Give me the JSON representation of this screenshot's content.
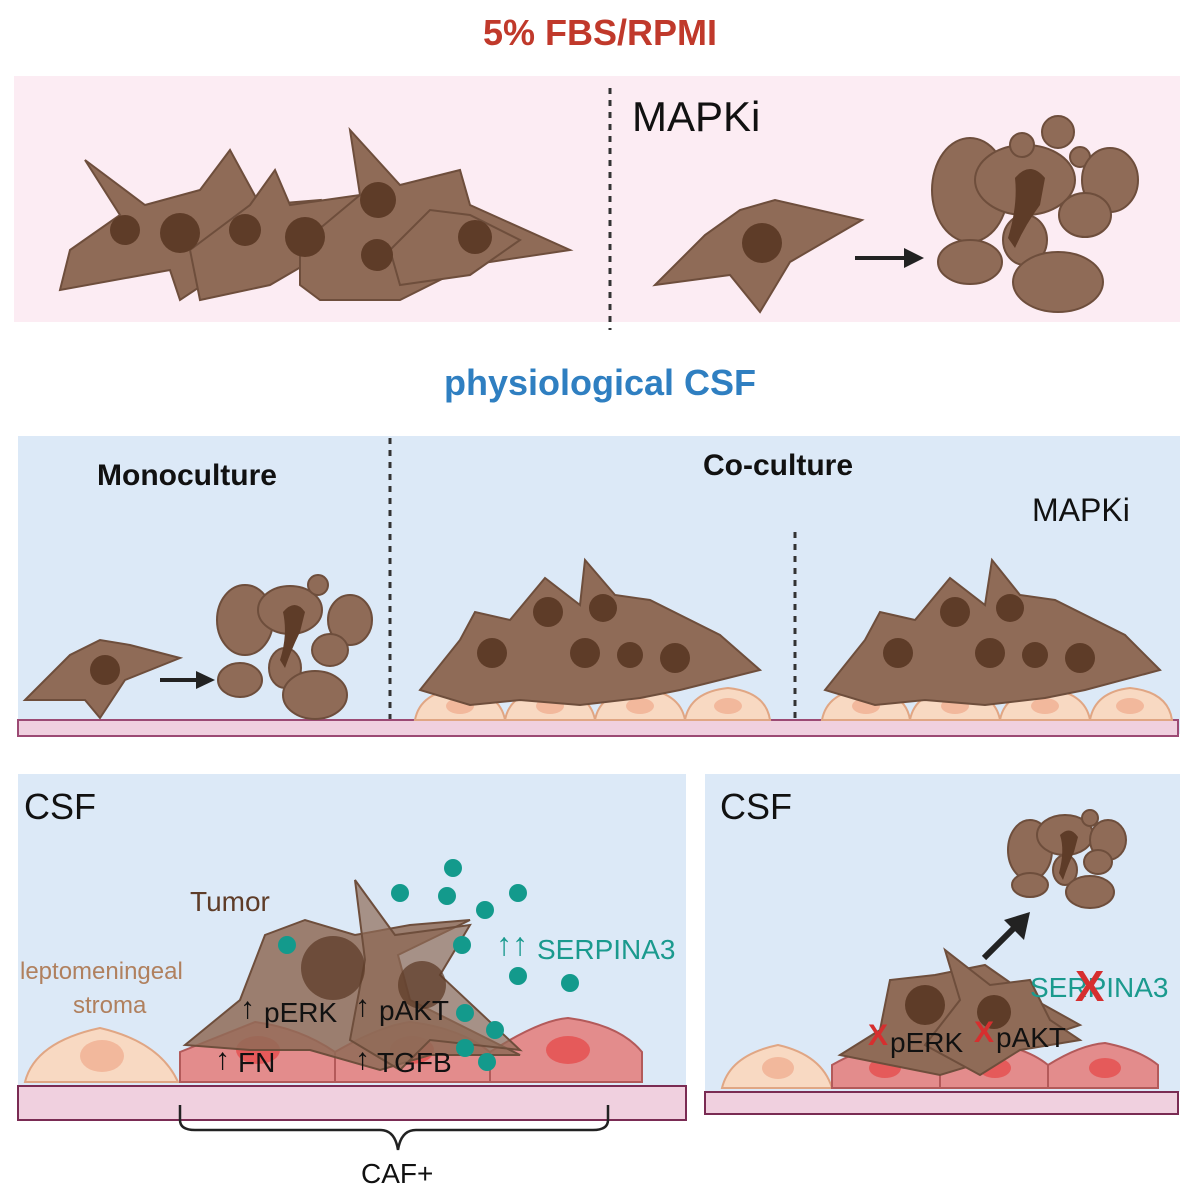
{
  "colors": {
    "title_red": "#c0392b",
    "title_blue": "#2f7fc1",
    "panel_pink": "#fcecf3",
    "panel_blue": "#dce9f7",
    "tumor_cell": "#8f6b57",
    "nucleus": "#5e3c28",
    "stroma_cell": "#f8d9c2",
    "caf_cell": "#e38c8c",
    "membrane": "#f0d0df",
    "teal_dot": "#139a8c",
    "serpina_text": "#1a9a8e",
    "leptomeningeal_text": "#b0805e",
    "x_red": "#d62f2f"
  },
  "top_section": {
    "heading": "5% FBS/RPMI",
    "mapki_label": "MAPKi"
  },
  "middle_section": {
    "heading": "physiological CSF",
    "monoculture_label": "Monoculture",
    "coculture_label": "Co-culture",
    "mapki_label": "MAPKi"
  },
  "bottom_left": {
    "csf_label": "CSF",
    "tumor_label": "Tumor",
    "stroma_label_line1": "leptomeningeal",
    "stroma_label_line2": "stroma",
    "serpina3_label": "SERPINA3",
    "serpina3_arrows": "↑↑",
    "perk_label": "pERK",
    "pakt_label": "pAKT",
    "fn_label": "FN",
    "tgfb_label": "TGFB",
    "caf_label": "CAF+",
    "up_arrow": "↑"
  },
  "bottom_right": {
    "csf_label": "CSF",
    "serpina3_label": "SERPINA3",
    "perk_label": "pERK",
    "pakt_label": "pAKT",
    "x_mark": "X"
  }
}
